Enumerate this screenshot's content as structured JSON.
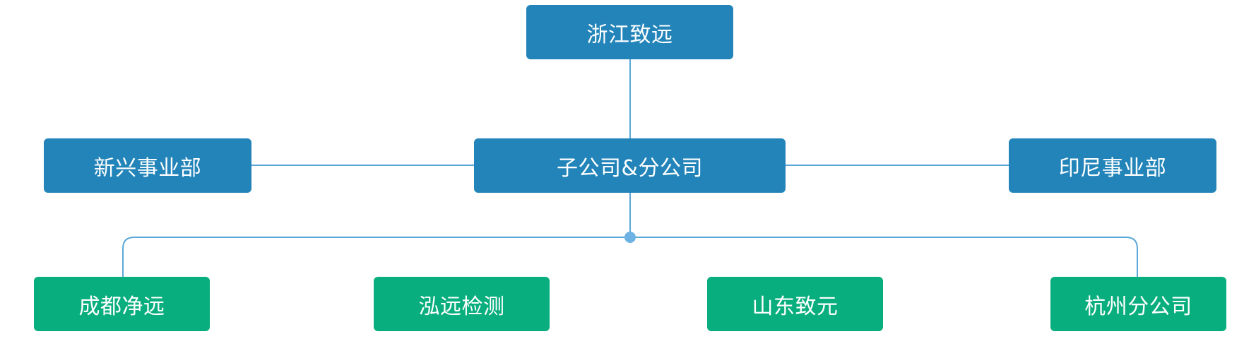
{
  "diagram": {
    "colors": {
      "primary_node": "#2284b9",
      "secondary_node": "#08ae7d",
      "connector": "#5ba8d8",
      "junction": "#6cb2e4",
      "text": "#ffffff"
    },
    "root": {
      "label": "浙江致远"
    },
    "middle": {
      "center": {
        "label": "子公司&分公司"
      },
      "left": {
        "label": "新兴事业部"
      },
      "right": {
        "label": "印尼事业部"
      }
    },
    "children": [
      {
        "label": "成都净远"
      },
      {
        "label": "泓远检测"
      },
      {
        "label": "山东致元"
      },
      {
        "label": "杭州分公司"
      }
    ]
  }
}
